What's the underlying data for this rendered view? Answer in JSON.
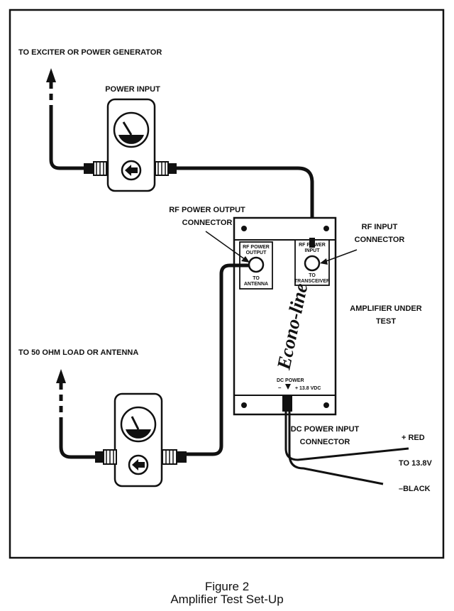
{
  "labels": {
    "exciter": "TO EXCITER OR POWER GENERATOR",
    "power_input": "POWER INPUT",
    "rf_output_1": "RF POWER OUTPUT",
    "rf_output_2": "CONNECTOR",
    "rf_input_1": "RF INPUT",
    "rf_input_2": "CONNECTOR",
    "amp_under_test_1": "AMPLIFIER UNDER",
    "amp_under_test_2": "TEST",
    "load": "TO 50 OHM LOAD OR ANTENNA",
    "dc_input_1": "DC POWER INPUT",
    "dc_input_2": "CONNECTOR",
    "red": "+ RED",
    "to_13_8v": "TO 13.8V",
    "black": "–BLACK"
  },
  "amplifier": {
    "brand": "Econo-line",
    "out_panel_1": "RF POWER",
    "out_panel_2": "OUTPUT",
    "out_panel_3": "TO",
    "out_panel_4": "ANTENNA",
    "in_panel_1": "RF POWER",
    "in_panel_2": "INPUT",
    "in_panel_3": "TO",
    "in_panel_4": "TRANSCEIVER",
    "dc_1": "DC  POWER",
    "dc_2": "–",
    "dc_3": "+ 13.8 VDC"
  },
  "caption": {
    "figure": "Figure 2",
    "title": "Amplifier Test Set-Up"
  }
}
